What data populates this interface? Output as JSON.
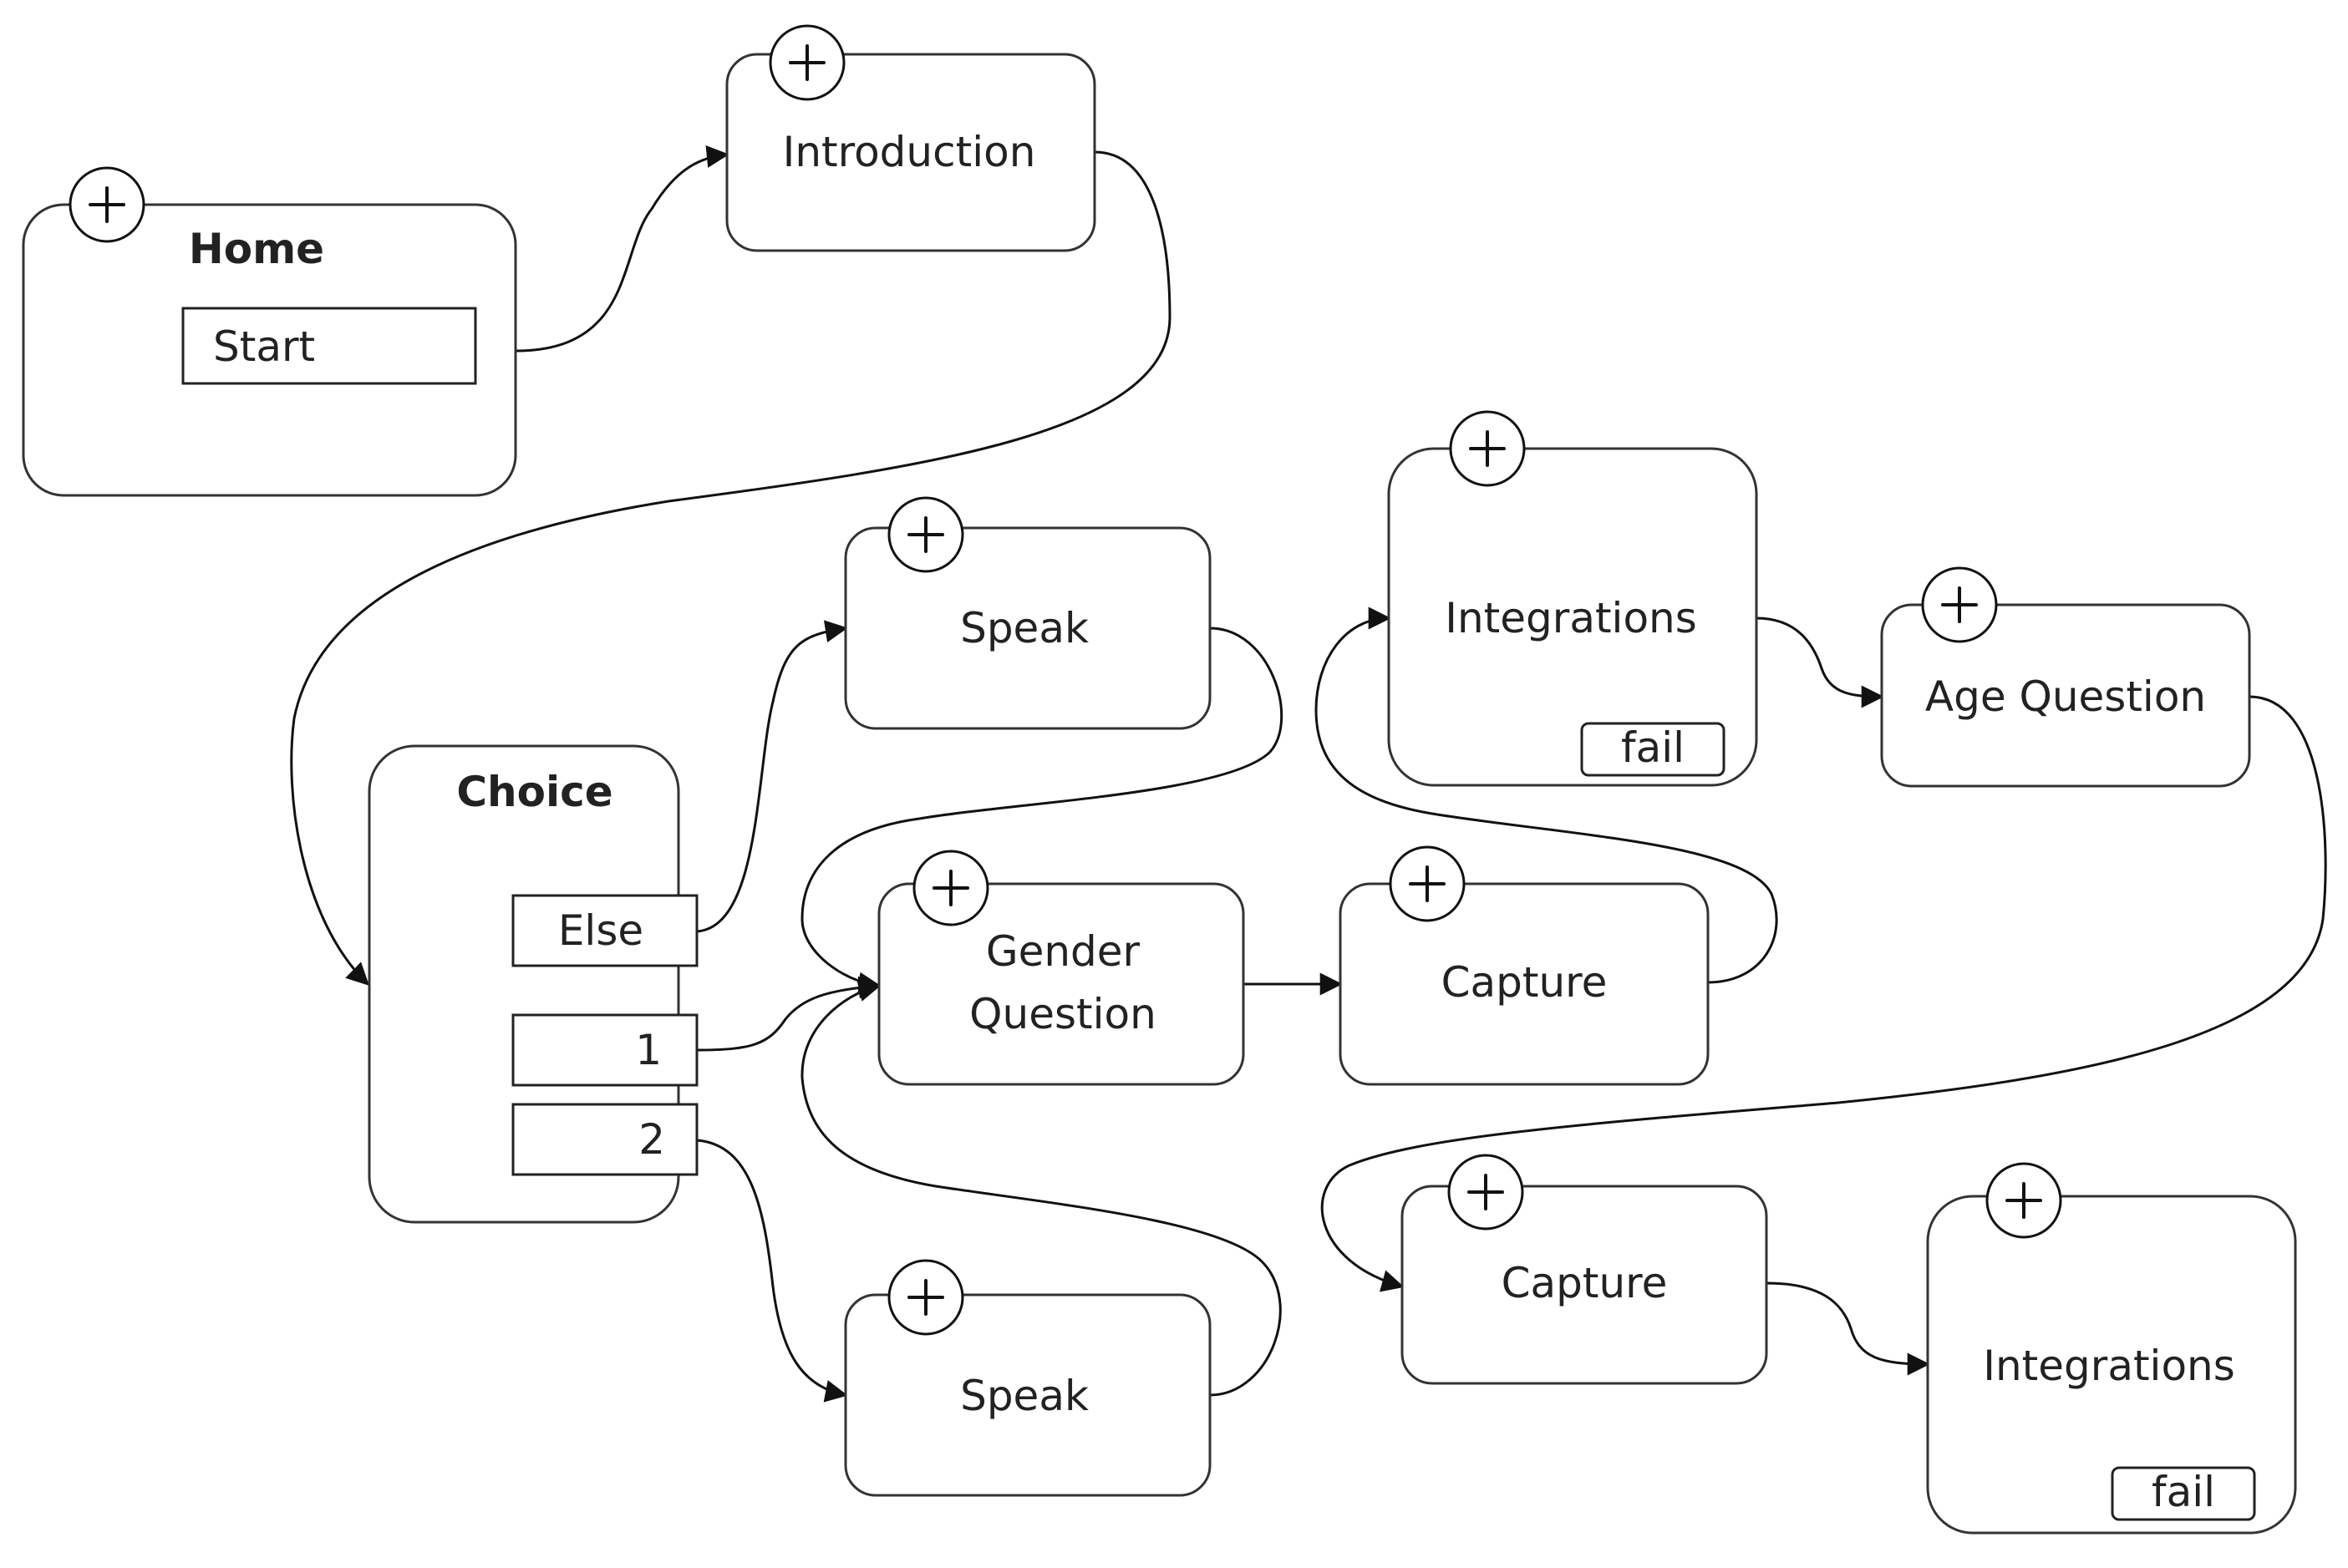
{
  "nodes": {
    "home": {
      "title": "Home",
      "port": "Start"
    },
    "introduction": {
      "title": "Introduction"
    },
    "choice": {
      "title": "Choice",
      "ports": [
        "Else",
        "1",
        "2"
      ]
    },
    "speak_top": {
      "title": "Speak"
    },
    "speak_bottom": {
      "title": "Speak"
    },
    "gender_question": {
      "title_line1": "Gender",
      "title_line2": "Question"
    },
    "capture_mid": {
      "title": "Capture"
    },
    "integrations_top": {
      "title": "Integrations",
      "port": "fail"
    },
    "age_question": {
      "title": "Age Question"
    },
    "capture_bottom": {
      "title": "Capture"
    },
    "integrations_bottom": {
      "title": "Integrations",
      "port": "fail"
    }
  },
  "icons": {
    "add": "plus-circle-icon"
  },
  "colors": {
    "stroke": "#333333",
    "background": "#ffffff",
    "text": "#222222"
  }
}
